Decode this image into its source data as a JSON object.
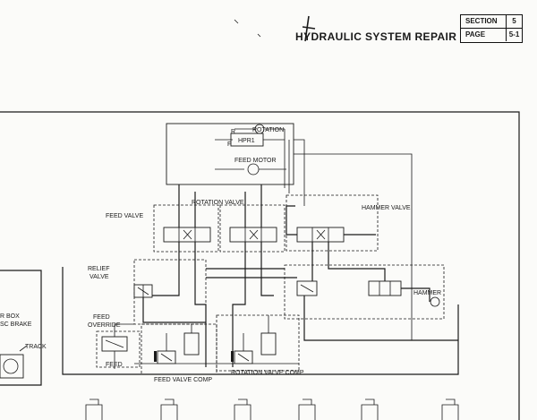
{
  "header": {
    "title": "HYDRAULIC SYSTEM REPAIR",
    "section_label": "SECTION",
    "section_value": "5",
    "page_label": "PAGE",
    "page_value": "5-1"
  },
  "diagram": {
    "labels": {
      "rotation": "ROTATION",
      "hpr1": "HPR1",
      "feed_motor": "FEED MOTOR",
      "rotation_valve": "ROTATION VALVE",
      "hammer_valve": "HAMMER VALVE",
      "feed_valve": "FEED VALVE",
      "relief_valve_1": "RELIEF",
      "relief_valve_2": "VALVE",
      "feed_override_1": "FEED",
      "feed_override_2": "OVERRIDE",
      "feed": "FEED",
      "feed_valve_comp": "FEED VALVE COMP",
      "rotation_valve_comp": "ROTATION VALVE COMP",
      "hammer": "HAMMER",
      "track": "TRACK",
      "gear_box": "R BOX",
      "disc_brake": "SC BRAKE",
      "port_r": "R",
      "port_f": "F"
    }
  }
}
